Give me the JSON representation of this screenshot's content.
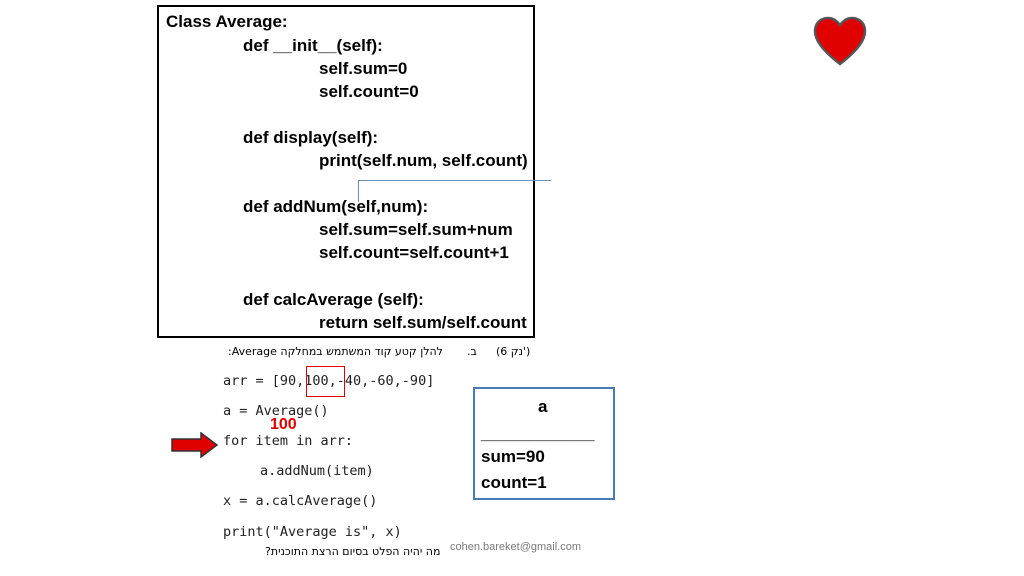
{
  "class_code": {
    "lines": [
      "Class Average:",
      "def __init__(self):",
      "self.sum=0",
      "self.count=0",
      "def display(self):",
      "print(self.num, self.count)",
      "def addNum(self,num):",
      "self.sum=self.sum+num",
      "self.count=self.count+1",
      "def calcAverage (self):",
      "return self.sum/self.count"
    ]
  },
  "question": {
    "header_points": "(6 נק')",
    "header_letter": "ב.",
    "header_text": "להלן קטע קוד המשתמש במחלקה Average:",
    "footer_text": "מה יהיה הפלט בסיום הרצת התוכנית?"
  },
  "user_code": {
    "arr_line": "arr = [90,100,-40,-60,-90]",
    "a_line": "a = Average()",
    "for_line": "for item in arr:",
    "add_line": "a.addNum(item)",
    "x_line": "x = a.calcAverage()",
    "print_line": "print(\"Average is\", x)"
  },
  "trace": {
    "current_item": "100",
    "highlight_color": "#e00000",
    "arrow_icon": "right-arrow-icon"
  },
  "object_state": {
    "name": "a",
    "divider": "____________",
    "sum": "sum=90",
    "count": "count=1",
    "border_color": "#4a7ab5"
  },
  "decoration": {
    "heart_icon": "heart-icon",
    "heart_color": "#e00000"
  },
  "footer": {
    "email": "cohen.bareket@gmail.com"
  }
}
